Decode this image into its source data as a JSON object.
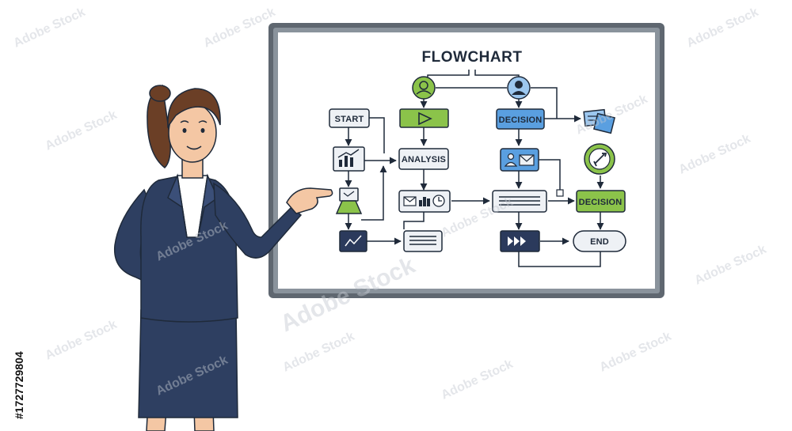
{
  "board": {
    "title": "FLOWCHART"
  },
  "nodes": {
    "start": "START",
    "analysis": "ANALYSIS",
    "decision_top": "DECISION",
    "decision_right": "DECISION",
    "end": "END"
  },
  "icons": [
    "user-circle-icon",
    "user-circle-icon",
    "play-icon",
    "bar-chart-icon",
    "monitor-icon",
    "trend-chart-icon",
    "mail-icon",
    "clock-icon",
    "fast-forward-icon",
    "tools-icon",
    "documents-icon",
    "text-lines-icon"
  ],
  "watermark": {
    "text": "Adobe Stock",
    "id": "#1727729804"
  },
  "colors": {
    "board_frame": "#5f6770",
    "board_surface": "#ffffff",
    "green_node": "#8bc34a",
    "blue_node": "#5a9fe0",
    "navy_node": "#2b3a5c",
    "suit": "#2e3f61",
    "hair": "#6b3f26",
    "skin": "#f4c7a4"
  }
}
